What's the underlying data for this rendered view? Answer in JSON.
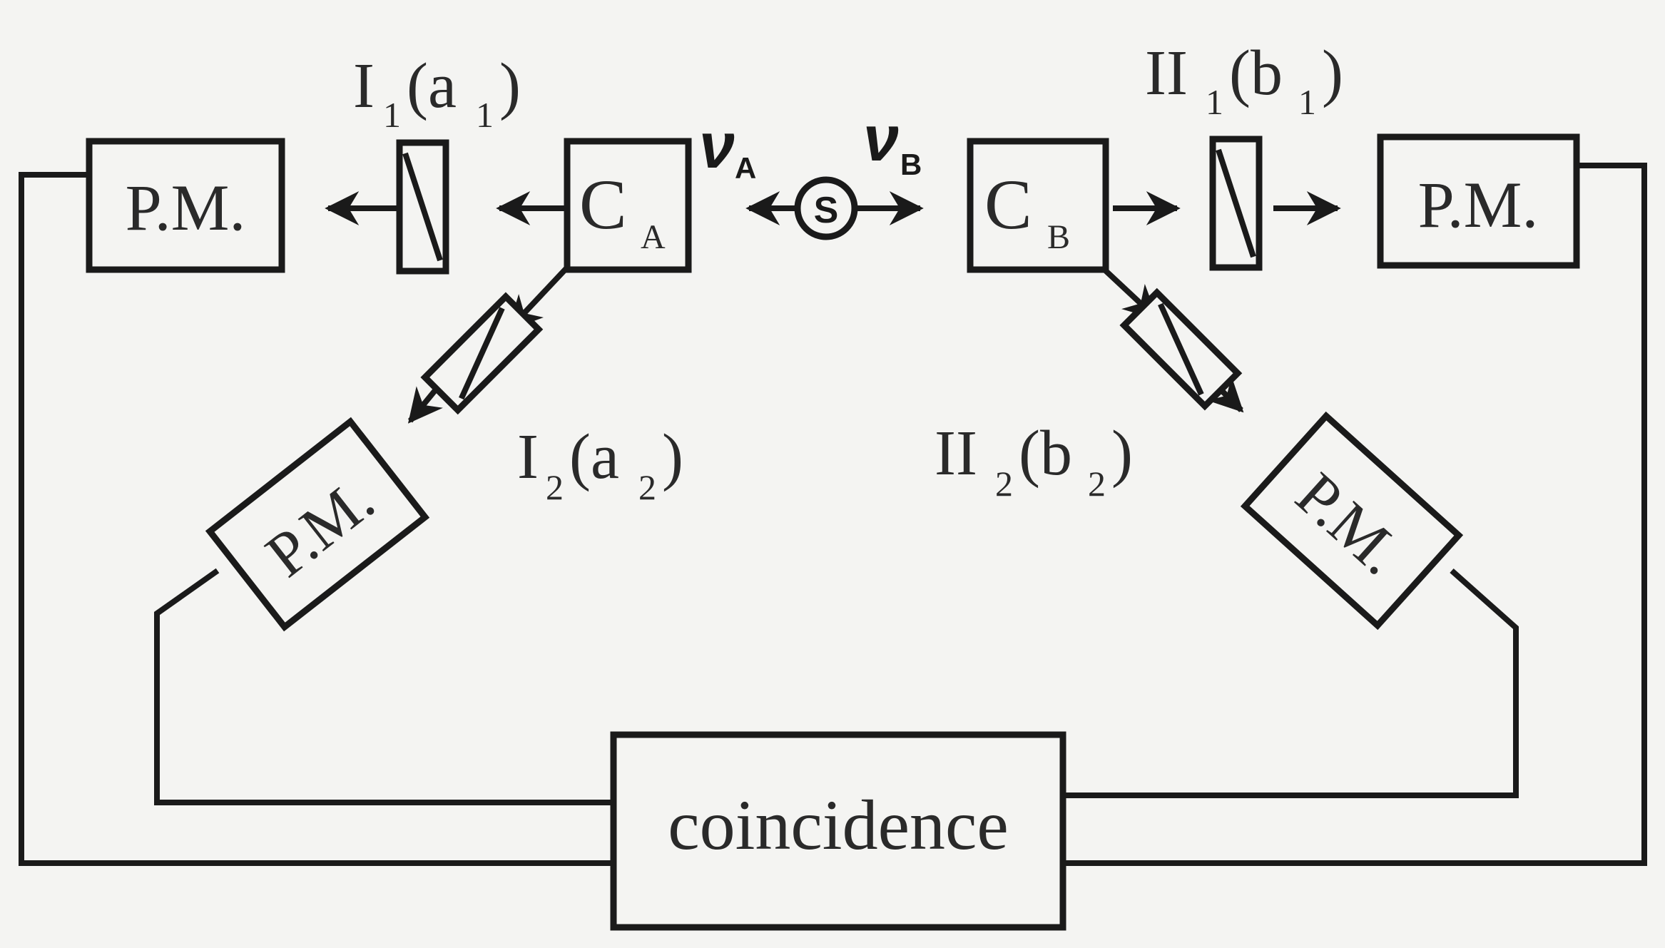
{
  "labels": {
    "pm_top_left": "P.M.",
    "pm_top_right": "P.M.",
    "pm_lower_left": "P.M.",
    "pm_lower_right": "P.M.",
    "coincidence": "coincidence",
    "source": "S",
    "nu": "ν",
    "nu_a_sub": "A",
    "nu_b_sub": "B",
    "calcite_a": "C",
    "calcite_a_sub": "A",
    "calcite_b": "C",
    "calcite_b_sub": "B",
    "i1_main": "I",
    "i1_sub": "1",
    "i1_open": "(a",
    "i1_arg_sub": "1",
    "i1_close": ")",
    "i2_main": "I",
    "i2_sub": "2",
    "i2_open": "(a",
    "i2_arg_sub": "2",
    "i2_close": ")",
    "ii1_main": "II",
    "ii1_sub": "1",
    "ii1_open": "(b",
    "ii1_arg_sub": "1",
    "ii1_close": ")",
    "ii2_main": "II",
    "ii2_sub": "2",
    "ii2_open": "(b",
    "ii2_arg_sub": "2",
    "ii2_close": ")"
  }
}
